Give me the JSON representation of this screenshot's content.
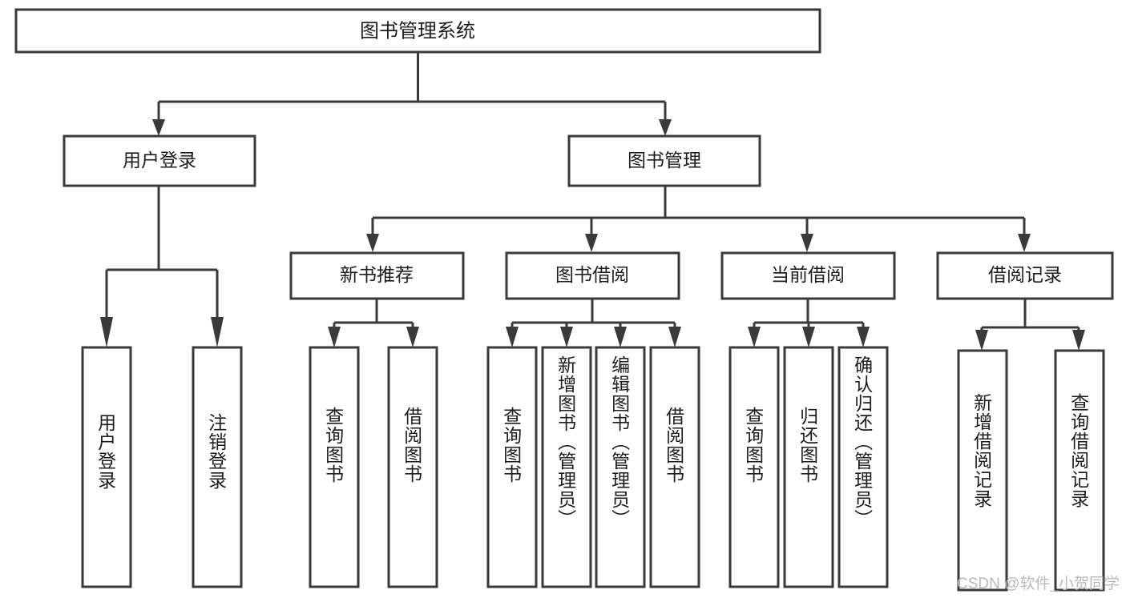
{
  "diagram": {
    "type": "tree",
    "title_node": {
      "label": "图书管理系统"
    },
    "level2": [
      {
        "id": "user-login",
        "label": "用户登录"
      },
      {
        "id": "book-management",
        "label": "图书管理"
      }
    ],
    "level3": [
      {
        "id": "new-book-recommend",
        "label": "新书推荐"
      },
      {
        "id": "book-borrow",
        "label": "图书借阅"
      },
      {
        "id": "current-borrow",
        "label": "当前借阅"
      },
      {
        "id": "borrow-record",
        "label": "借阅记录"
      }
    ],
    "leaves": [
      {
        "id": "leaf-user-login",
        "label": "用户登录",
        "align": "center"
      },
      {
        "id": "leaf-logout-login",
        "label": "注销登录",
        "align": "center"
      },
      {
        "id": "leaf-query-book-1",
        "label": "查询图书",
        "align": "center"
      },
      {
        "id": "leaf-borrow-book-1",
        "label": "借阅图书",
        "align": "center"
      },
      {
        "id": "leaf-query-book-2",
        "label": "查询图书",
        "align": "center"
      },
      {
        "id": "leaf-add-book-admin",
        "label": "新增图书（管理员）",
        "align": "top"
      },
      {
        "id": "leaf-edit-book-admin",
        "label": "编辑图书（管理员）",
        "align": "top"
      },
      {
        "id": "leaf-borrow-book-2",
        "label": "借阅图书",
        "align": "center"
      },
      {
        "id": "leaf-query-book-3",
        "label": "查询图书",
        "align": "center"
      },
      {
        "id": "leaf-return-book",
        "label": "归还图书",
        "align": "center"
      },
      {
        "id": "leaf-confirm-return-admin",
        "label": "确认归还（管理员）",
        "align": "top"
      },
      {
        "id": "leaf-add-borrow-record",
        "label": "新增借阅记录",
        "align": "center"
      },
      {
        "id": "leaf-query-borrow-record",
        "label": "查询借阅记录",
        "align": "center"
      }
    ],
    "watermark": "CSDN @软件_小贺同学",
    "colors": {
      "stroke": "#3a3a3a",
      "fill": "#ffffff",
      "text": "#1d1d1d",
      "watermark": "#b9b9b9"
    }
  }
}
